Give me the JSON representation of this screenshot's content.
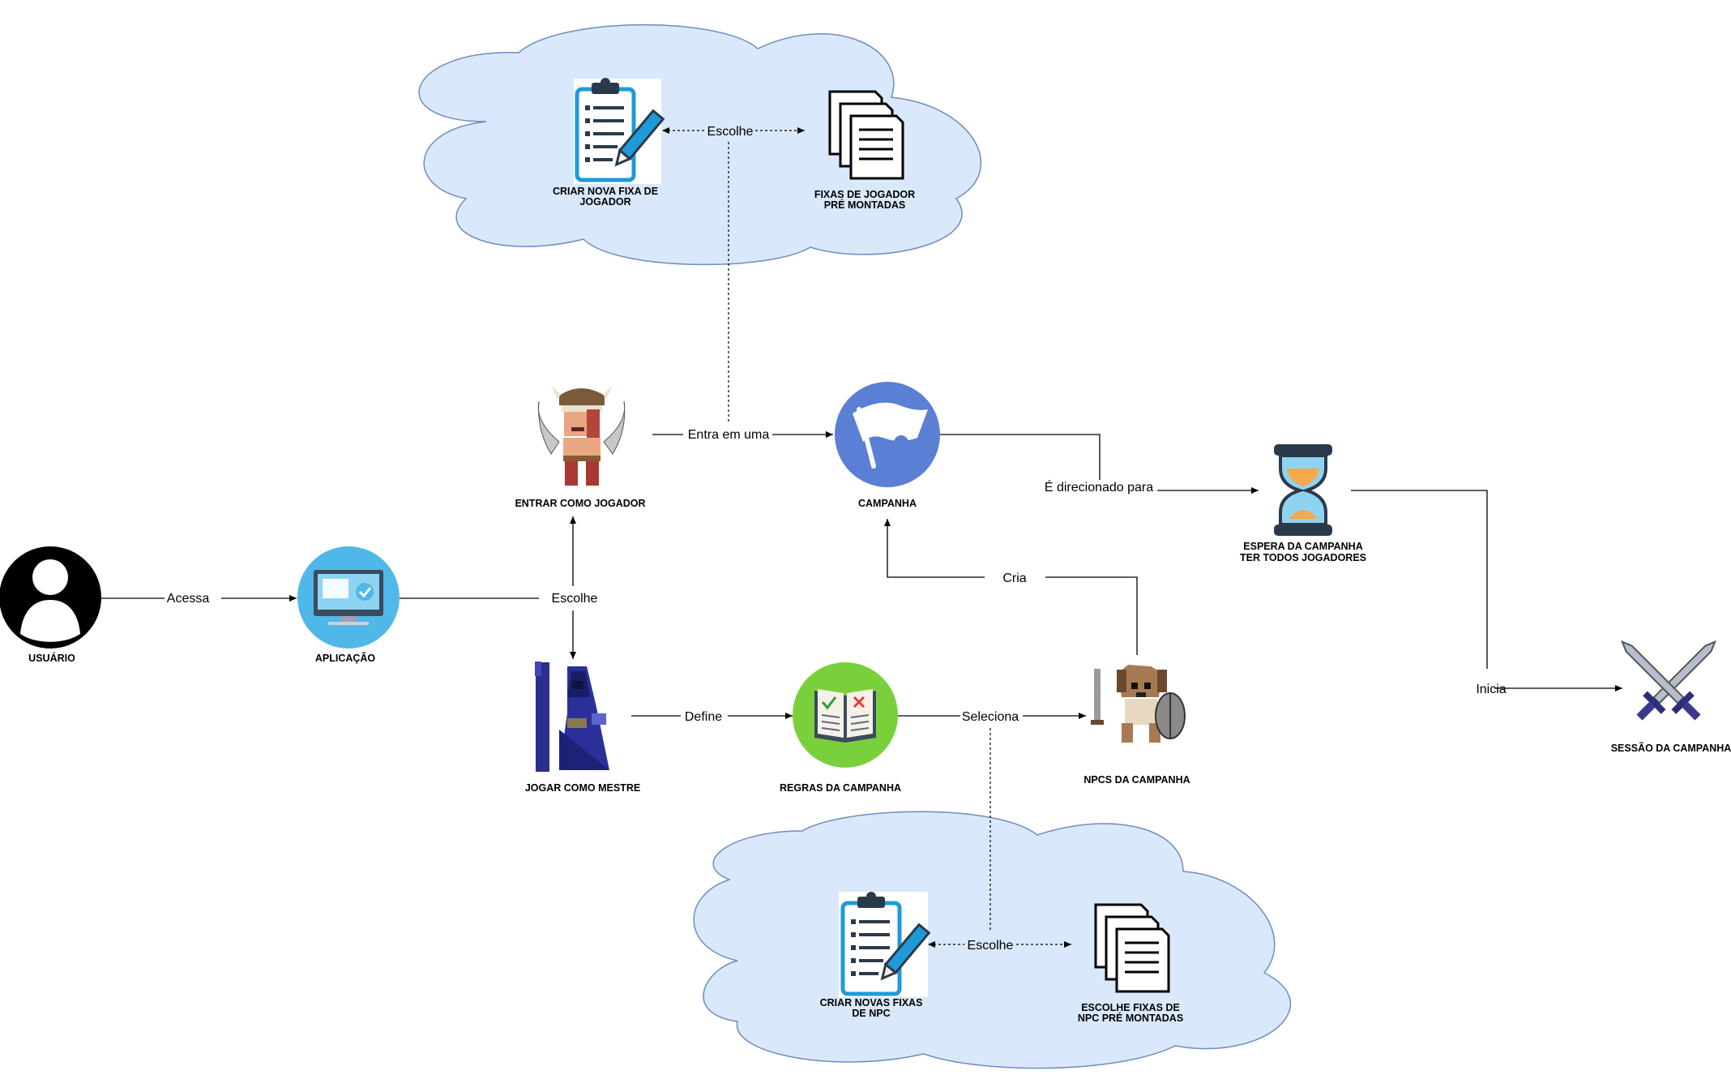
{
  "nodes": {
    "usuario": "USUÁRIO",
    "aplicacao": "APLICAÇÃO",
    "entrar_jogador": "ENTRAR COMO JOGADOR",
    "jogar_mestre": "JOGAR COMO MESTRE",
    "campanha": "CAMPANHA",
    "regras": "REGRAS DA CAMPANHA",
    "npcs": "NPCS DA CAMPANHA",
    "espera": [
      "ESPERA DA CAMPANHA",
      "TER TODOS JOGADORES"
    ],
    "sessao": "SESSÃO DA CAMPANHA",
    "criar_fixa_jogador": [
      "CRIAR NOVA FIXA DE",
      "JOGADOR"
    ],
    "fixas_jogador": [
      "FIXAS DE JOGADOR",
      "PRÉ MONTADAS"
    ],
    "criar_fixas_npc": [
      "CRIAR NOVAS FIXAS",
      "DE NPC"
    ],
    "escolhe_fixas_npc": [
      "ESCOLHE FIXAS DE",
      "NPC PRÉ MONTADAS"
    ]
  },
  "edges": {
    "acessa": "Acessa",
    "escolhe_main": "Escolhe",
    "entra_em_uma": "Entra em uma",
    "direcionado": "É direcionado para",
    "inicia": "Inicia",
    "define": "Define",
    "seleciona": "Seleciona",
    "cria": "Cria",
    "escolhe_top": "Escolhe",
    "escolhe_bottom": "Escolhe"
  },
  "colors": {
    "cloud_fill": "#dae8fc",
    "cloud_stroke": "#6c8ebf",
    "campanha_blue": "#5a7fd4",
    "regras_green": "#7ad03a",
    "aplicacao_blue": "#4fb8e8",
    "hourglass_sand": "#f6a84a"
  }
}
